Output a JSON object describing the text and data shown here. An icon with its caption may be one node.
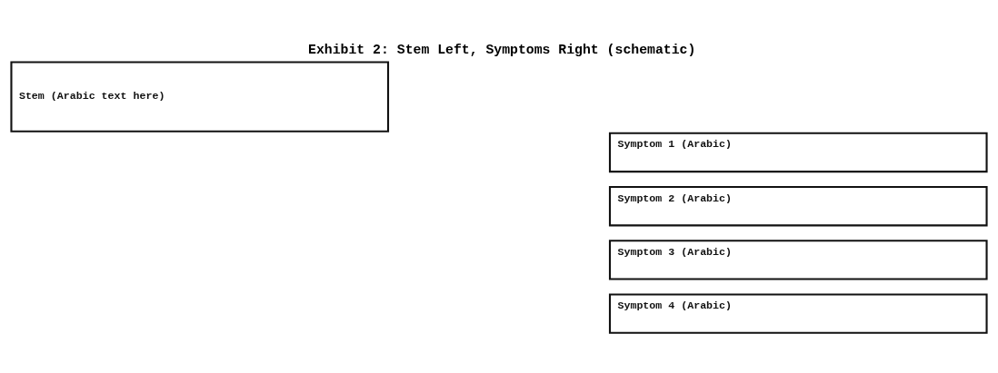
{
  "diagram": {
    "title": "Exhibit 2: Stem Left, Symptoms Right (schematic)",
    "nodes": [
      {
        "text": [
          "Stem (Arabic text here)"
        ]
      },
      {
        "text": [
          "Symptom 1 (Arabic)"
        ]
      },
      {
        "text": [
          "Symptom 2 (Arabic)"
        ]
      },
      {
        "text": [
          "Symptom 3 (Arabic)"
        ]
      },
      {
        "text": [
          "Symptom 4 (Arabic)"
        ]
      }
    ]
  }
}
